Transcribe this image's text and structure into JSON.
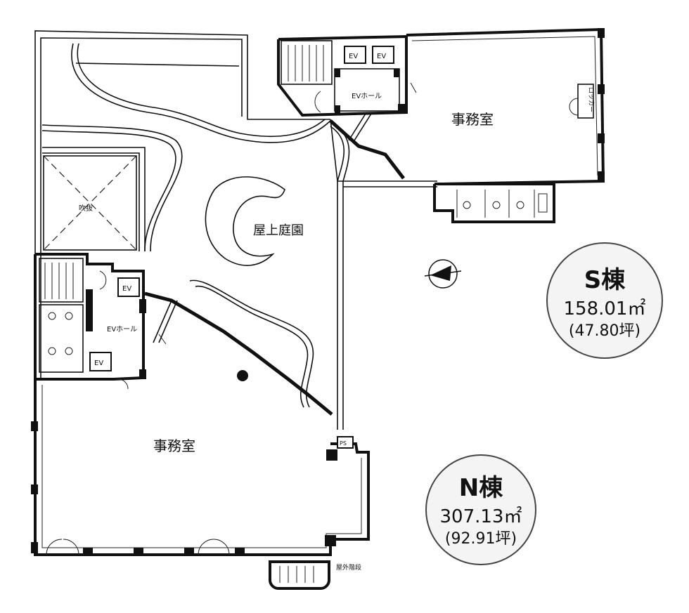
{
  "labels": {
    "office_s": "事務室",
    "office_n": "事務室",
    "roof_garden": "屋上庭園",
    "ev_hall_s": "EVホール",
    "ev_hall_n": "EVホール",
    "atrium": "吹抜",
    "outdoor_stair": "屋外階段",
    "ev": "EV",
    "ps": "PS",
    "side_room": "ロッカー"
  },
  "buildings": {
    "s": {
      "name": "S棟",
      "area_sqm": "158.01㎡",
      "area_tsubo": "(47.80坪)"
    },
    "n": {
      "name": "N棟",
      "area_sqm": "307.13㎡",
      "area_tsubo": "(92.91坪)"
    }
  },
  "colors": {
    "wall": "#111111",
    "badge_fill": "#f4f4f4"
  }
}
